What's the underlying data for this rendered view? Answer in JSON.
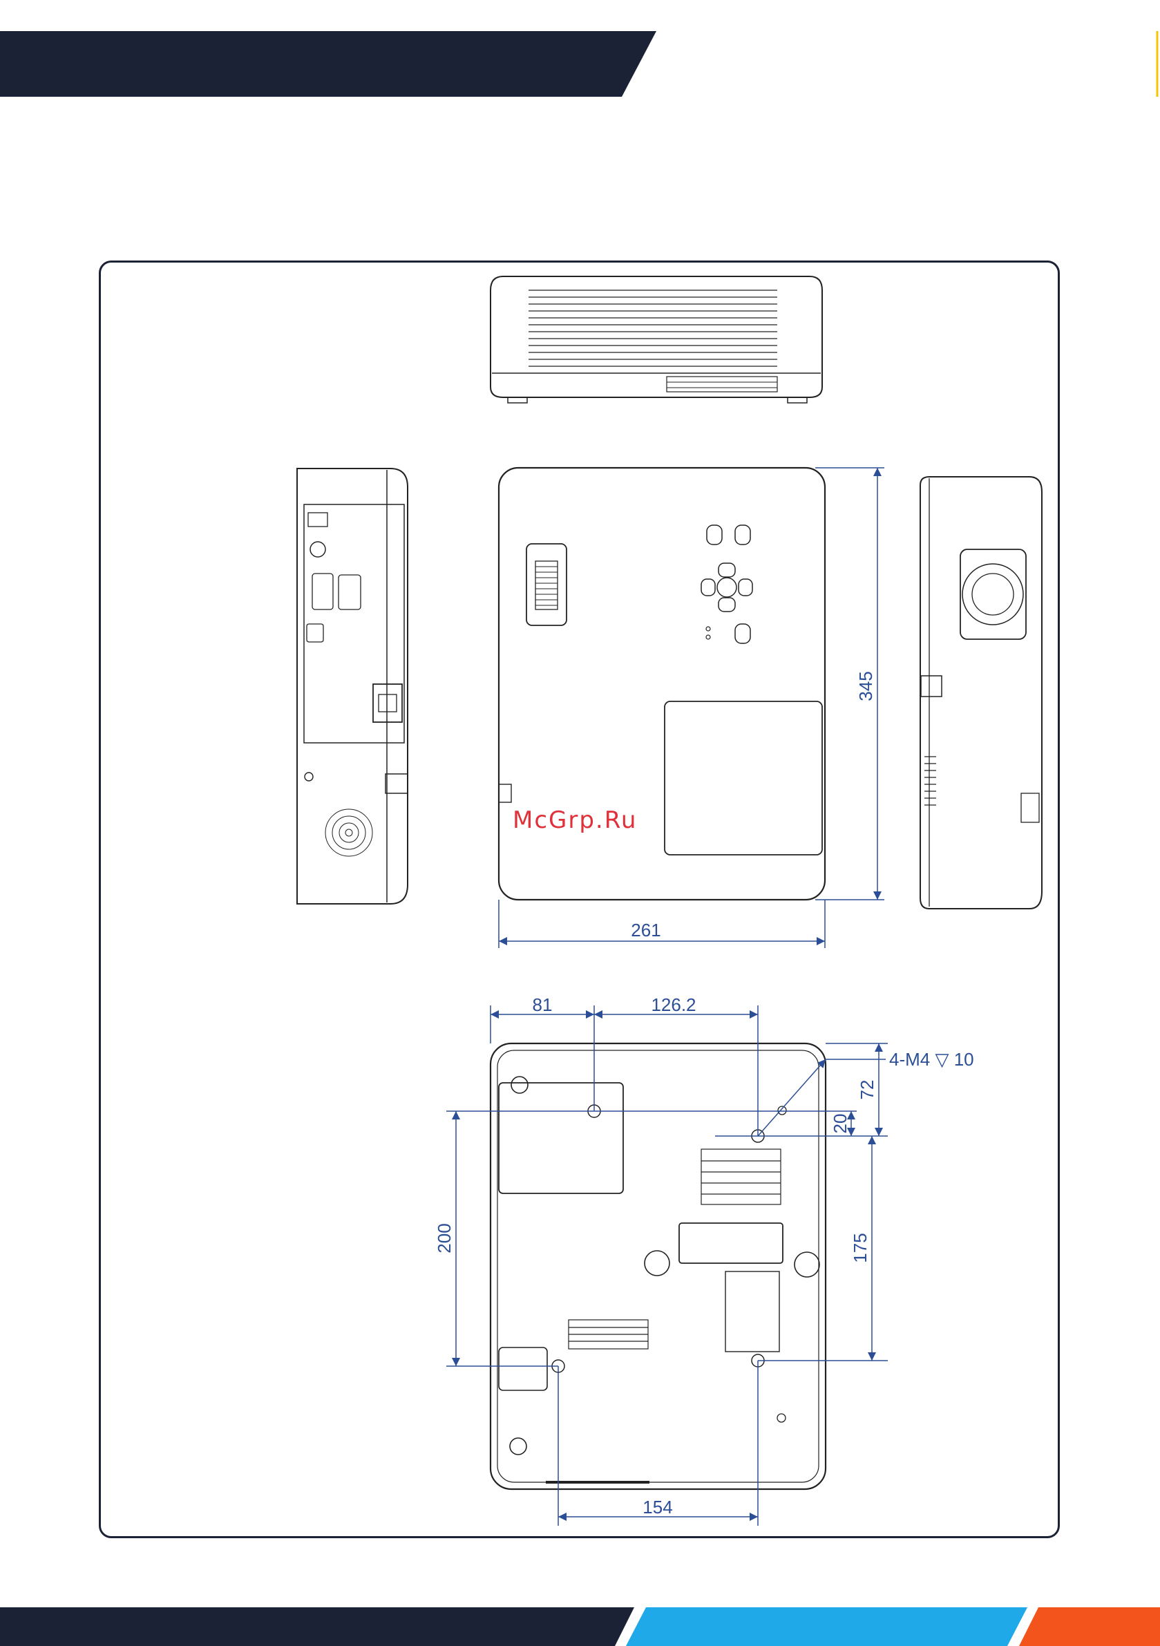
{
  "watermark": "McGrp.Ru",
  "dimensions": {
    "width": "261",
    "depth": "345",
    "screw_spec": "4-M4",
    "screw_depth": "10",
    "hole_offset_x": "81",
    "hole_pitch_x": "126.2",
    "hole_pitch_y": "200",
    "edge_offset_y": "72",
    "hole_offset_y": "20",
    "hole_pitch_y2": "175",
    "foot_pitch_x": "154"
  },
  "colors": {
    "header_navy": "#1c2235",
    "footer_navy": "#1c2235",
    "footer_cyan": "#1fa9e8",
    "footer_orange": "#f2541b",
    "dimension_blue": "#2b4e96"
  }
}
